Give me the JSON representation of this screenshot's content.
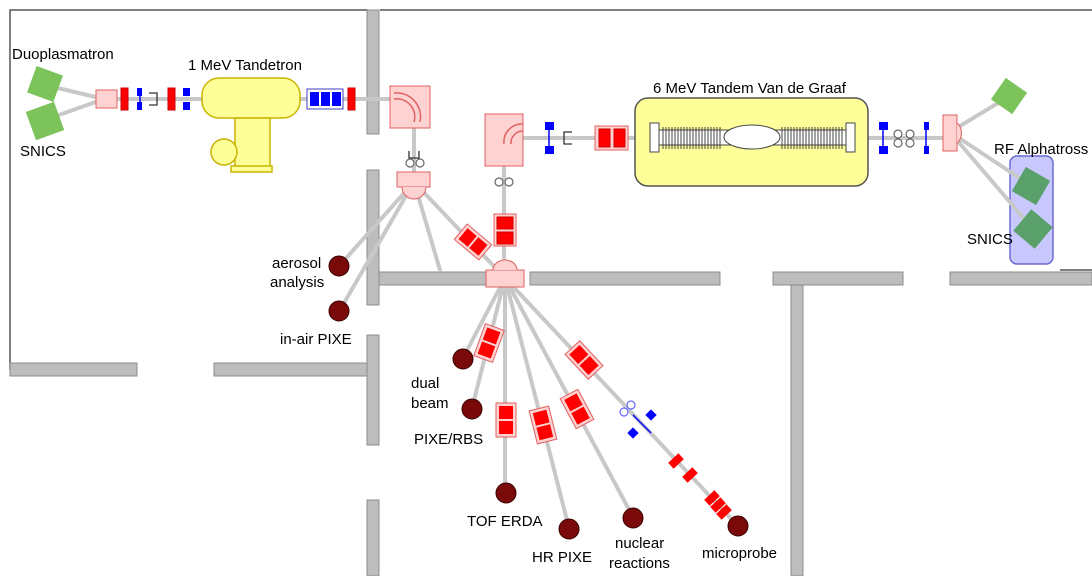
{
  "labels": {
    "duoplasmatron": "Duoplasmatron",
    "snics_left": "SNICS",
    "tandetron": "1 MeV Tandetron",
    "tandem_vdg": "6 MeV Tandem Van de Graaf",
    "rf_alphatross": "RF Alphatross",
    "snics_right": "SNICS",
    "aerosol_line1": "aerosol",
    "aerosol_line2": "analysis",
    "in_air_pixe": "in-air PIXE",
    "dual_beam_line1": "dual",
    "dual_beam_line2": "beam",
    "pixe_rbs": "PIXE/RBS",
    "tof_erda": "TOF ERDA",
    "hr_pixe": "HR PIXE",
    "nuclear_line1": "nuclear",
    "nuclear_line2": "reactions",
    "microprobe": "microprobe"
  },
  "colors": {
    "wall": "#bdbdbd",
    "wall_stroke": "#8c8c8c",
    "room_line": "#555555",
    "beamline": "#c8c8c8",
    "ion_source": "#7dc35b",
    "ion_source_alt": "#5aa06a",
    "accelerator_fill": "#ffff99",
    "accelerator_stroke": "#c8b400",
    "magnet_fill": "#ffd2d2",
    "magnet_stroke": "#e06060",
    "quadrupole": "#ff0000",
    "steerer": "#0000ff",
    "endstation": "#7a0a0a",
    "alphatross_fill": "#c8c8ff",
    "alphatross_stroke": "#6b6bd0"
  }
}
